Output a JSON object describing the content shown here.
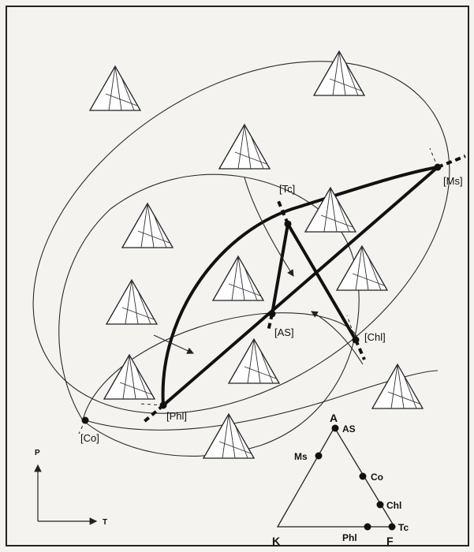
{
  "invariant_points": [
    {
      "id": "co",
      "label": "[Co]"
    },
    {
      "id": "phl",
      "label": "[Phl]"
    },
    {
      "id": "as",
      "label": "[AS]"
    },
    {
      "id": "tc",
      "label": "[Tc]"
    },
    {
      "id": "chl",
      "label": "[Chl]"
    },
    {
      "id": "ms",
      "label": "[Ms]"
    }
  ],
  "axes": {
    "p_label": "P",
    "t_label": "T"
  },
  "composition_triangle": {
    "apex_a": "A",
    "apex_k": "K",
    "apex_f": "F",
    "phases": [
      {
        "id": "as",
        "label": "AS"
      },
      {
        "id": "ms",
        "label": "Ms"
      },
      {
        "id": "co",
        "label": "Co"
      },
      {
        "id": "chl",
        "label": "Chl"
      },
      {
        "id": "phl",
        "label": "Phl"
      },
      {
        "id": "tc",
        "label": "Tc"
      }
    ]
  },
  "colors": {
    "background": "#f4f3ef",
    "line": "#111111",
    "frame": "#222222"
  }
}
